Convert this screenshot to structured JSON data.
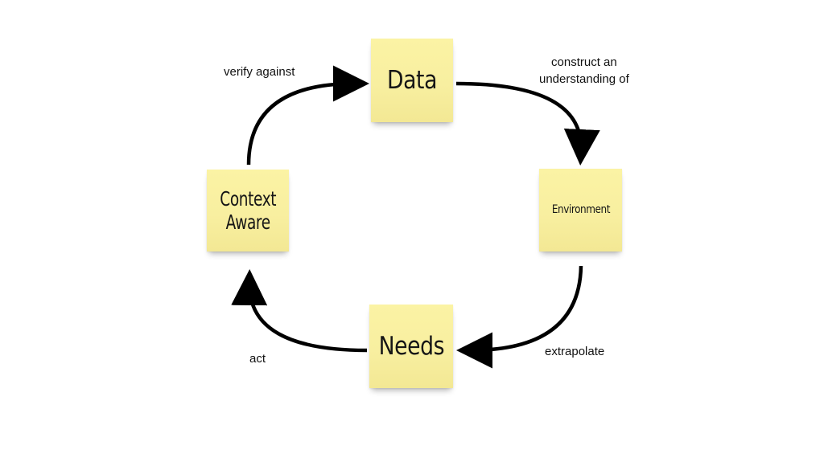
{
  "nodes": {
    "data": "Data",
    "environment": "Environment",
    "needs": "Needs",
    "context_aware_line1": "Context",
    "context_aware_line2": "Aware"
  },
  "edges": {
    "data_to_environment_line1": "construct an",
    "data_to_environment_line2": "understanding of",
    "environment_to_needs": "extrapolate",
    "needs_to_context": "act",
    "context_to_data": "verify against"
  },
  "colors": {
    "note_fill": "#f8efa0",
    "arrow": "#000000",
    "background": "#ffffff"
  }
}
